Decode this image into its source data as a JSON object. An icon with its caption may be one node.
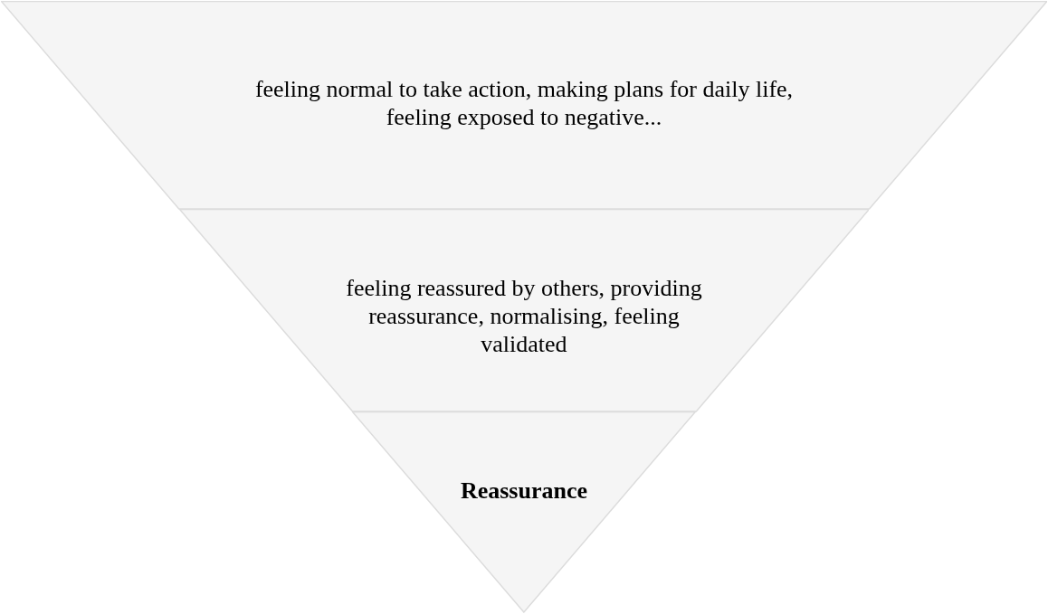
{
  "diagram": {
    "nodes": [
      {
        "text": [
          "feeling normal to take action, making plans for daily life, feeling exposed to negative..."
        ]
      },
      {
        "text": [
          "feeling reassured by others, providing reassurance, normalising, feeling validated"
        ]
      },
      {
        "text": [
          "Reassurance"
        ]
      }
    ]
  }
}
